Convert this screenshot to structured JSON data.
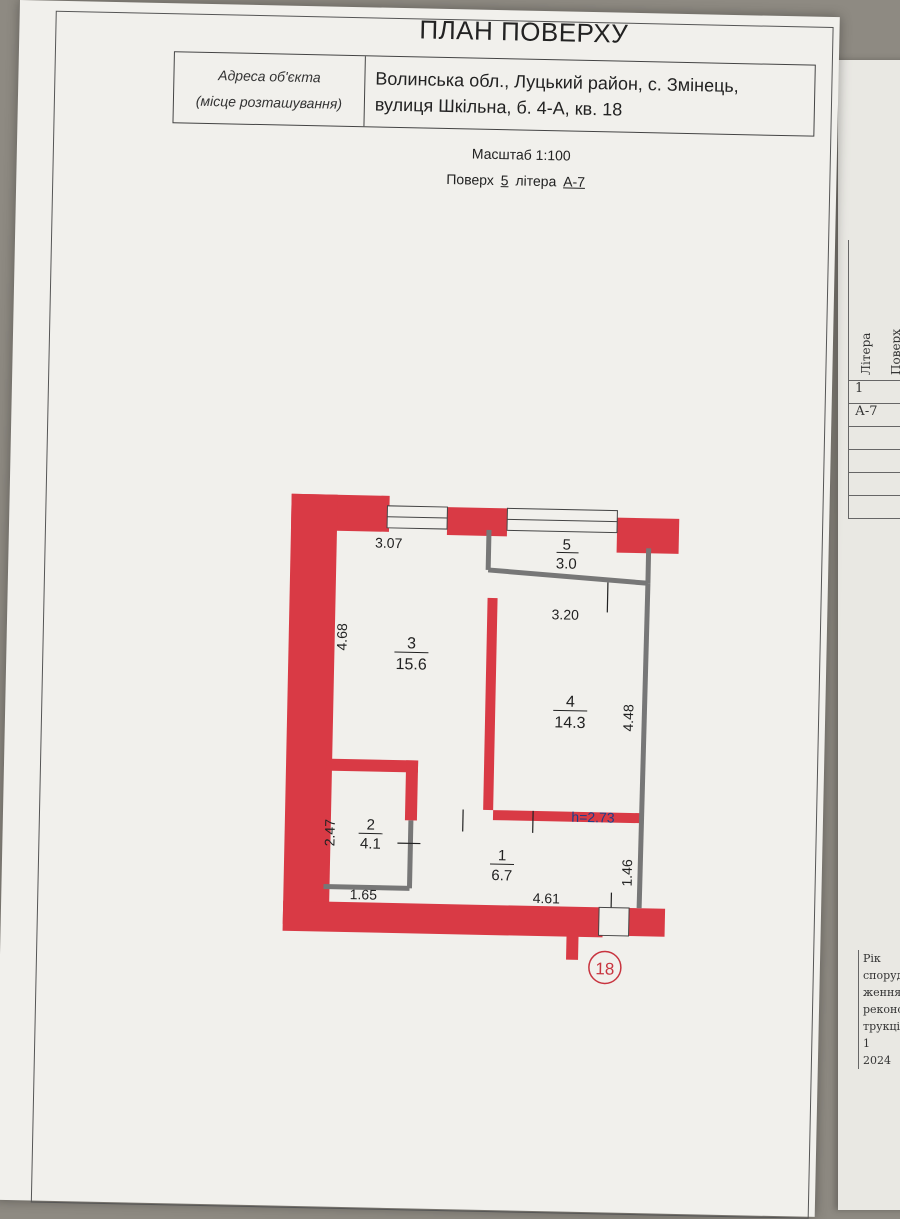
{
  "header": {
    "title": "ПЛАН ПОВЕРХУ",
    "address_label_line1": "Адреса об'єкта",
    "address_label_line2": "(місце розташування)",
    "address_line1": "Волинська обл.,  Луцький район, с. Змінець,",
    "address_line2": "вулиця Шкільна, б. 4-А, кв. 18",
    "scale": "Масштаб 1:100",
    "floor_label": "Поверх",
    "floor_value": "5",
    "litera_label": "літера",
    "litera_value": "А-7"
  },
  "plan": {
    "wall_color": "#d93a45",
    "rooms": [
      {
        "number": "1",
        "area": "6.7"
      },
      {
        "number": "2",
        "area": "4.1"
      },
      {
        "number": "3",
        "area": "15.6"
      },
      {
        "number": "4",
        "area": "14.3"
      },
      {
        "number": "5",
        "area": "3.0"
      }
    ],
    "dimensions": {
      "d307": "3.07",
      "d320": "3.20",
      "d468": "4.68",
      "d448": "4.48",
      "d247": "2.47",
      "d165": "1.65",
      "d461": "4.61",
      "d146": "1.46"
    },
    "height": "h=2.73",
    "apartment_number": "18"
  },
  "side_page": {
    "col1": "Літера",
    "col2": "Поверх",
    "row1": "1",
    "row2": "А-7",
    "bottom_lines": [
      "Рік",
      "спорудж",
      "ження/",
      "реконс-",
      "трукції",
      "1",
      "2024"
    ]
  }
}
